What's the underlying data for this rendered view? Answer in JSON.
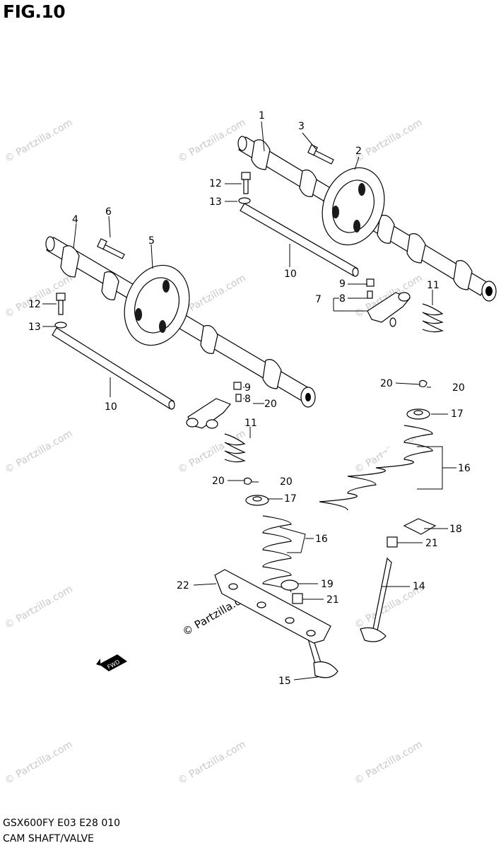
{
  "title": "FIG.10",
  "footer": {
    "model_code": "GSX600FY E03 E28  010",
    "caption": "CAM SHAFT/VALVE"
  },
  "fwd_marker": "FWD",
  "watermark": "© Partzilla.com",
  "callouts": {
    "c1": "1",
    "c2": "2",
    "c3": "3",
    "c4": "4",
    "c5": "5",
    "c6": "6",
    "c7": "7",
    "c8a": "8",
    "c8b": "8",
    "c9a": "9",
    "c9b": "9",
    "c10a": "10",
    "c10b": "10",
    "c11a": "11",
    "c11b": "11",
    "c12a": "12",
    "c12b": "12",
    "c13a": "13",
    "c13b": "13",
    "c14": "14",
    "c15": "15",
    "c16a": "16",
    "c16b": "16",
    "c17a": "17",
    "c17b": "17",
    "c18": "18",
    "c19": "19",
    "c20a": "20",
    "c20b": "20",
    "c20c": "20",
    "c20d": "20",
    "c20e": "20",
    "c21a": "21",
    "c21b": "21",
    "c22": "22"
  }
}
